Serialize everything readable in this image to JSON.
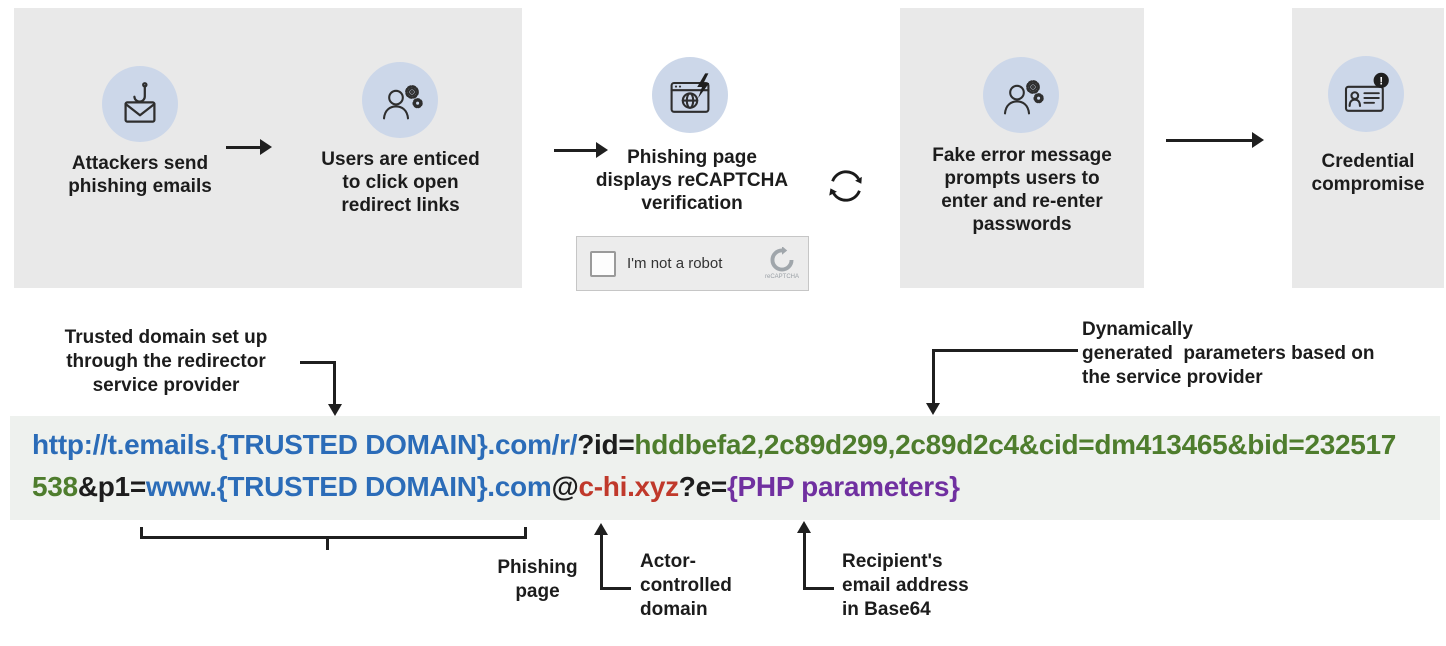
{
  "flow": {
    "steps": [
      {
        "label": "Attackers send\nphishing emails",
        "icon": "phishing-email-icon"
      },
      {
        "label": "Users are enticed\nto click open\nredirect links",
        "icon": "user-gears-icon"
      },
      {
        "label": "Phishing page\ndisplays reCAPTCHA\nverification",
        "icon": "browser-bolt-icon"
      },
      {
        "label": "Fake error message\nprompts users to\nenter and re-enter\npasswords",
        "icon": "user-gears-icon"
      },
      {
        "label": "Credential\ncompromise",
        "icon": "credential-card-icon"
      }
    ],
    "recaptcha": {
      "checkbox_label": "I'm not a robot",
      "logo_label": "reCAPTCHA"
    }
  },
  "url_box": {
    "lines": [
      {
        "segments": [
          {
            "text": "http://t.emails.{TRUSTED DOMAIN}.com/r/",
            "color": "blue"
          },
          {
            "text": "?id=",
            "color": "black"
          },
          {
            "text": "hddbefa2,2c89d299,2c89d2c4&cid=dm413465&bid=232517",
            "color": "green"
          }
        ]
      },
      {
        "segments": [
          {
            "text": "538",
            "color": "green"
          },
          {
            "text": "&p1=",
            "color": "black"
          },
          {
            "text": "www.{TRUSTED DOMAIN}.com",
            "color": "blue"
          },
          {
            "text": "@",
            "color": "black"
          },
          {
            "text": "c-hi.xyz",
            "color": "red"
          },
          {
            "text": "?e=",
            "color": "black"
          },
          {
            "text": "{PHP parameters}",
            "color": "purple"
          }
        ]
      }
    ]
  },
  "annotations": {
    "trusted_domain": "Trusted domain set up\nthrough the redirector\nservice provider",
    "dynamic_params": "Dynamically\ngenerated  parameters based on\nthe service provider",
    "phishing_page": "Phishing\npage",
    "actor_domain": "Actor-\ncontrolled\ndomain",
    "recipient_email": "Recipient's\nemail address\nin Base64"
  },
  "colors": {
    "blue": "#2b6cb8",
    "green": "#4e7d2d",
    "red": "#c0392b",
    "purple": "#7030a0",
    "black": "#1d1d1d"
  }
}
